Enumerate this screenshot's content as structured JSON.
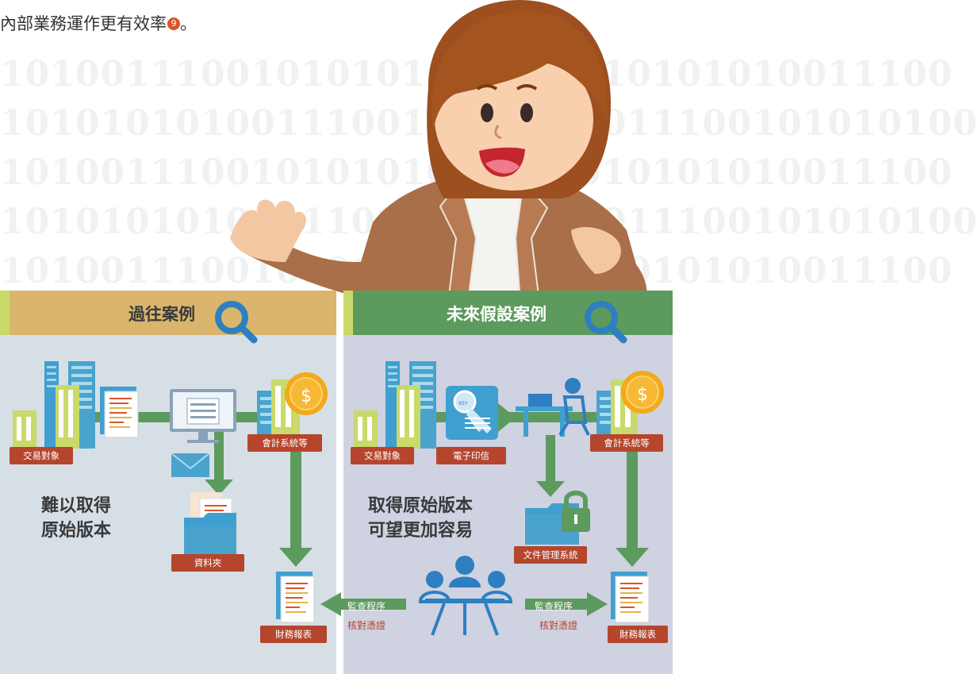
{
  "top_text": "內部業務運作更有效率",
  "footnote_number": "9",
  "binary_rows": [
    "10100111001010101001110010101010011100",
    "101010101001110010101010011100101010100",
    "10100111001010101001110010101010011100",
    "101010101001110010101010011100101010100",
    "10100111001010101001110010101010011100"
  ],
  "left_panel": {
    "title": "過往案例",
    "big_text": [
      "難以取得",
      "原始版本"
    ],
    "tags": {
      "counterparty": "交易對象",
      "accounting": "會計系統等",
      "folder": "資料夾",
      "report": "財務報表"
    },
    "arrow_labels": {
      "audit": "監查程序",
      "verify": "核對憑證"
    }
  },
  "right_panel": {
    "title": "未來假設案例",
    "big_text": [
      "取得原始版本",
      "可望更加容易"
    ],
    "tags": {
      "counterparty": "交易對象",
      "seal": "電子印信",
      "accounting": "會計系統等",
      "docmgmt": "文件管理系統",
      "report": "財務報表"
    },
    "arrow_labels": {
      "audit": "監查程序",
      "verify": "核對憑證"
    }
  },
  "icons": {
    "coin_symbol": "$",
    "key_tag": "KEY"
  },
  "colors": {
    "left_header": "#d9b56d",
    "right_header": "#5d9a5e",
    "left_bg": "#d6dfe6",
    "right_bg": "#ced2e1",
    "arrow": "#5d9a5e",
    "tag": "#b5452d",
    "magnifier": "#2d7fc1"
  }
}
